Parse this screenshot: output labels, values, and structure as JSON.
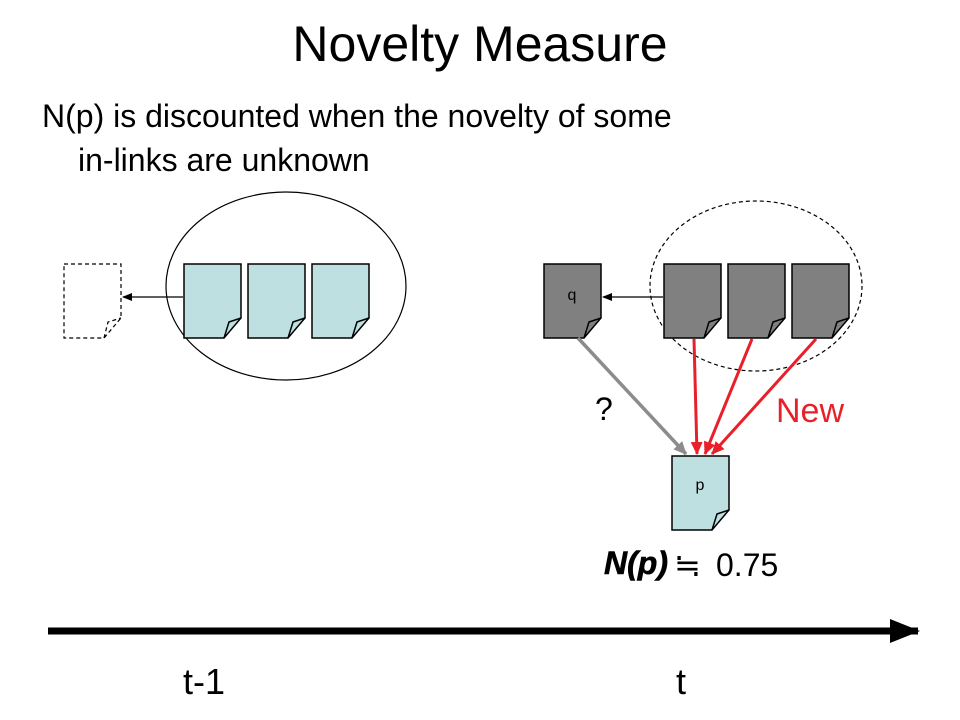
{
  "slide": {
    "title": "Novelty Measure",
    "bullet_line1": "N(p) is discounted when the novelty of some",
    "bullet_line2": "in-links are unknown"
  },
  "diagram": {
    "page_q_label": "q",
    "page_p_label": "p",
    "question_label": "?",
    "new_label": "New",
    "formula_lhs": "N(p)",
    "formula_symbol": "≒",
    "formula_value": "0.75",
    "time_prev_label": "t-1",
    "time_now_label": "t",
    "colors": {
      "page_light": "#bfe0e0",
      "page_dark": "#808080",
      "new_link": "#e8202a",
      "unknown_link": "#8c8c8c",
      "timeline": "#000000"
    }
  }
}
